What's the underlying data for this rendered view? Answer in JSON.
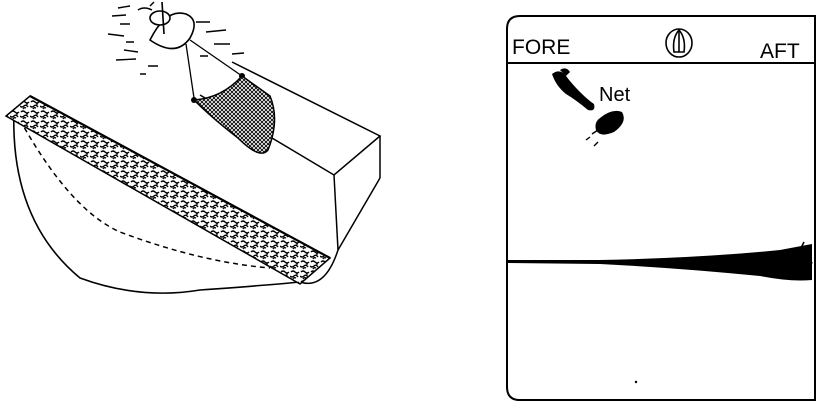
{
  "display": {
    "fore_label": "FORE",
    "aft_label": "AFT",
    "net_label": "Net",
    "bow_icon": "ship-bow-icon"
  },
  "colors": {
    "ink": "#000000",
    "background": "#ffffff"
  }
}
